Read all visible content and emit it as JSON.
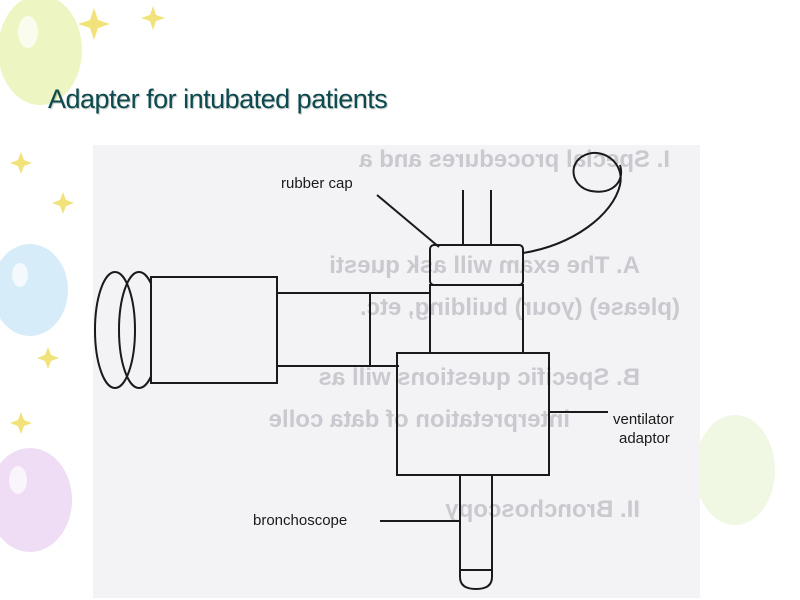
{
  "slide": {
    "title": "Adapter for intubated patients"
  },
  "diagram": {
    "labels": {
      "rubber_cap": "rubber cap",
      "ventilator_adaptor_line1": "ventilator",
      "ventilator_adaptor_line2": "adaptor",
      "bronchoscope": "bronchoscope"
    },
    "bleed_through_text": {
      "line1": "I.   Special procedures and a",
      "line2": "A.   The exam will ask questi",
      "line3": "(please) (your) building, etc.",
      "line4": "B.   Specific questions will as",
      "line5": "interpretation of data colle",
      "line6": "II.   Bronchoscopy"
    }
  },
  "colors": {
    "title": "#0b4a4e",
    "scan_background": "#f3f3f5",
    "line_art": "#1a1a1a",
    "bleed_through": "#c9c9cf"
  }
}
